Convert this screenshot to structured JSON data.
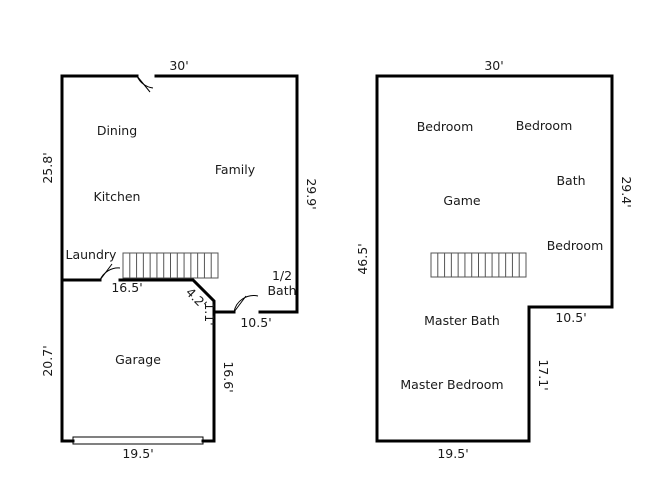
{
  "floor1": {
    "dims": {
      "top": "30'",
      "left_upper": "25.8'",
      "right": "29.9'",
      "mid": "16.5'",
      "diag_a": "4.2'",
      "diag_b": "1.1'",
      "stairs_bottom": "10.5'",
      "left_lower": "20.7'",
      "garage_right": "16.6'",
      "bottom": "19.5'"
    },
    "rooms": {
      "dining": "Dining",
      "family": "Family",
      "kitchen": "Kitchen",
      "laundry": "Laundry",
      "half": "1/2",
      "bath": "Bath",
      "garage": "Garage"
    }
  },
  "floor2": {
    "dims": {
      "top": "30'",
      "right_upper": "29.4'",
      "left": "46.5'",
      "step": "10.5'",
      "right_lower": "17.1'",
      "bottom": "19.5'"
    },
    "rooms": {
      "bedroom1": "Bedroom",
      "bedroom2": "Bedroom",
      "bath": "Bath",
      "game": "Game",
      "bedroom3": "Bedroom",
      "master_bath": "Master Bath",
      "master_bedroom": "Master Bedroom"
    }
  }
}
